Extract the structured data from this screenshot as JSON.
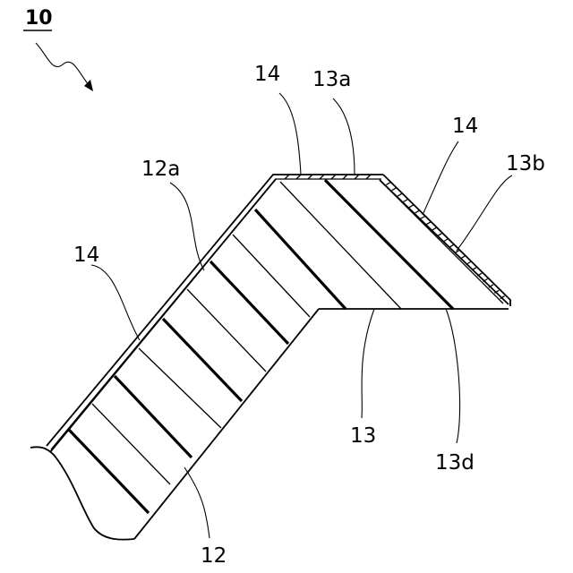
{
  "figure": {
    "labels": {
      "assembly": "10",
      "part_12": "12",
      "surface_12a": "12a",
      "part_13": "13",
      "surface_13a": "13a",
      "surface_13b": "13b",
      "surface_13d": "13d",
      "coating_top": "14",
      "coating_slope": "14",
      "coating_left": "14"
    }
  }
}
